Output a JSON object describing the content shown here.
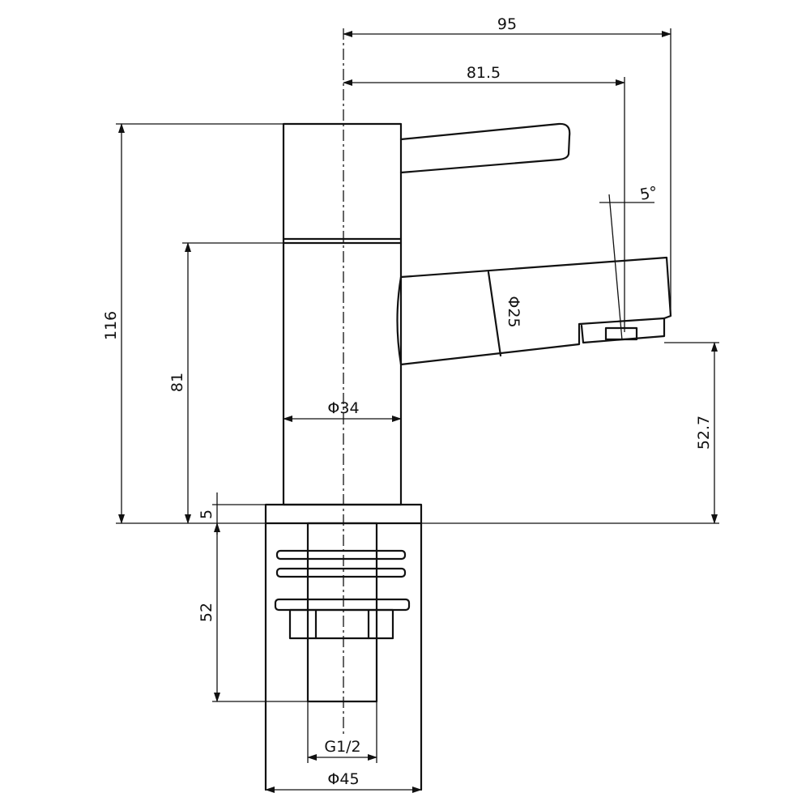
{
  "dimensions": {
    "overall_width": "95",
    "spout_reach": "81.5",
    "spout_angle": "5°",
    "spout_diameter": "Φ25",
    "overall_height": "116",
    "spout_height": "81",
    "body_diameter": "Φ34",
    "spout_outlet_height": "52.7",
    "base_thickness": "5",
    "shank_length": "52",
    "thread_size": "G1/2",
    "base_diameter": "Φ45"
  },
  "colors": {
    "line": "#111111",
    "background": "#ffffff"
  }
}
